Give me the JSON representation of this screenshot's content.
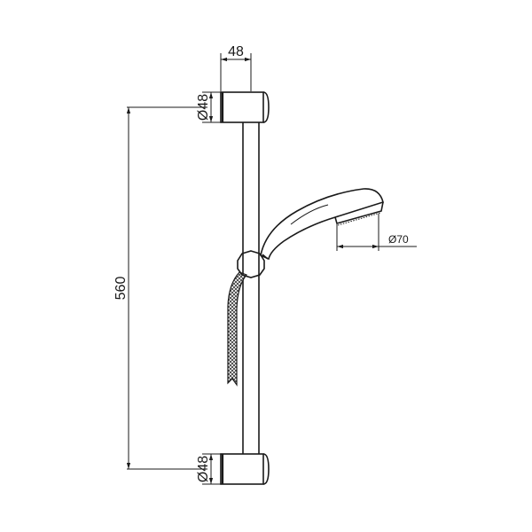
{
  "drawing": {
    "title": "Shower slide rail set – dimension drawing",
    "stroke_color": "#1a1a1a",
    "background": "#ffffff"
  },
  "dimensions": {
    "bracket_width": "48",
    "top_bracket_diameter": "Ø48",
    "bottom_bracket_diameter": "Ø48",
    "rail_length": "560",
    "handshower_diameter": "Ø70"
  },
  "components": [
    {
      "name": "top-wall-bracket"
    },
    {
      "name": "slide-rail"
    },
    {
      "name": "slider-ball-joint"
    },
    {
      "name": "hand-shower"
    },
    {
      "name": "braided-hose"
    },
    {
      "name": "bottom-wall-bracket"
    }
  ]
}
